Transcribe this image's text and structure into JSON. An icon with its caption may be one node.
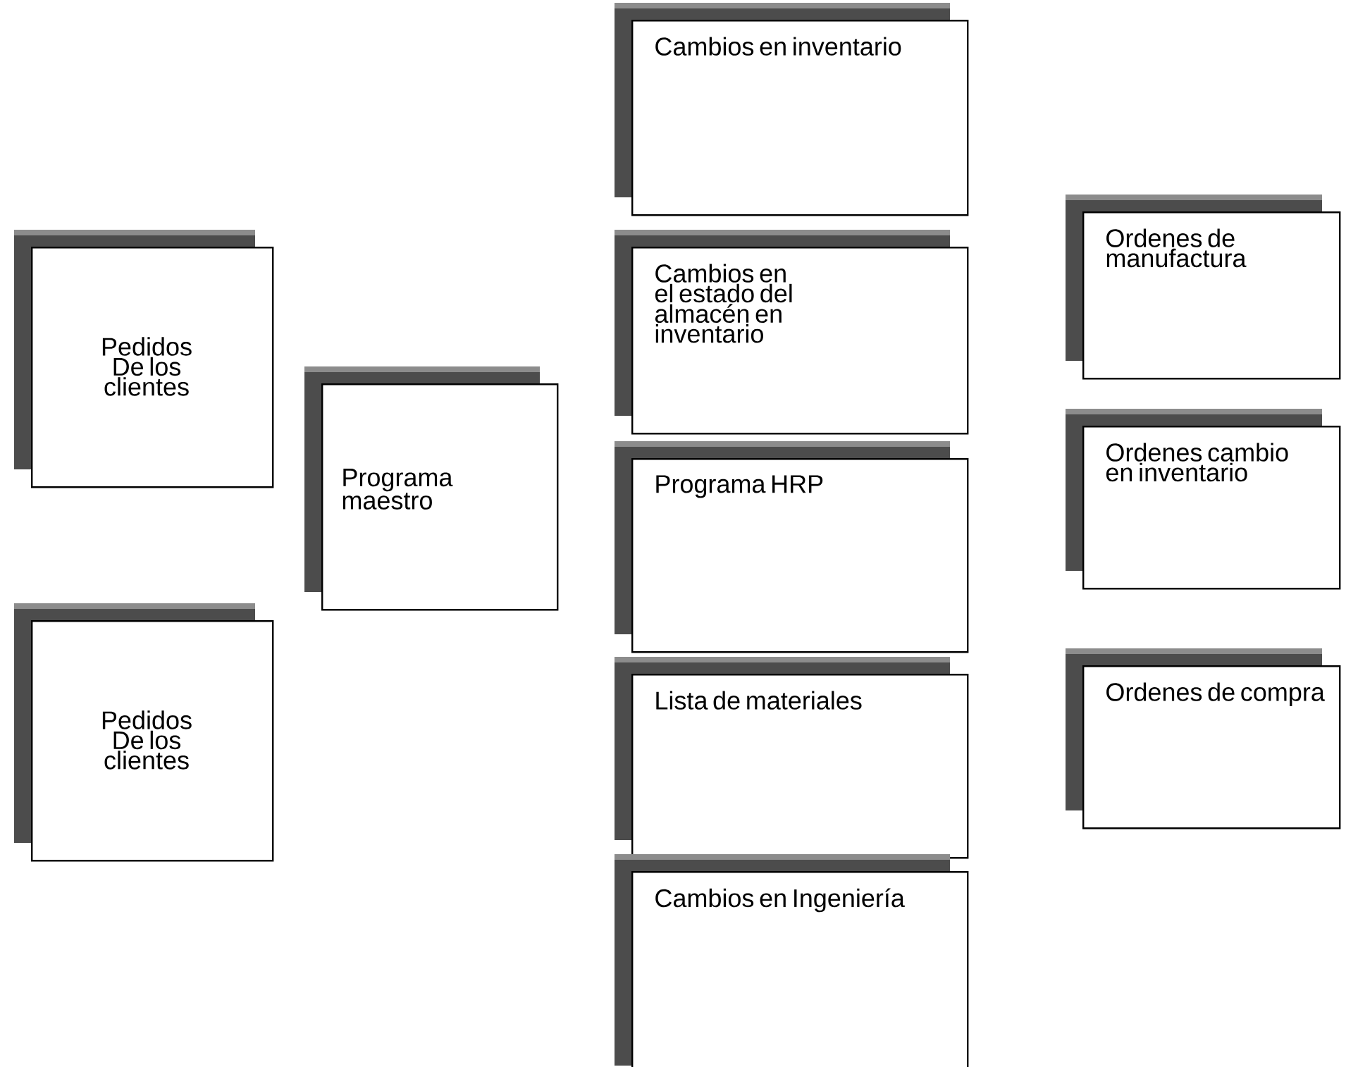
{
  "diagram": {
    "nodes": [
      {
        "text": [
          "Pedidos De los clientes"
        ]
      },
      {
        "text": [
          "Pedidos De los clientes"
        ]
      },
      {
        "text": [
          "Programa maestro"
        ]
      },
      {
        "text": [
          "Cambios en inventario"
        ]
      },
      {
        "text": [
          "Cambios en el estado del almacén en inventario"
        ]
      },
      {
        "text": [
          "Programa HRP"
        ]
      },
      {
        "text": [
          "Lista de materiales"
        ]
      },
      {
        "text": [
          "Cambios en Ingeniería"
        ]
      },
      {
        "text": [
          "Ordenes de manufactura"
        ]
      },
      {
        "text": [
          "Ordenes cambio en inventario"
        ]
      },
      {
        "text": [
          "Ordenes de compra"
        ]
      }
    ]
  }
}
